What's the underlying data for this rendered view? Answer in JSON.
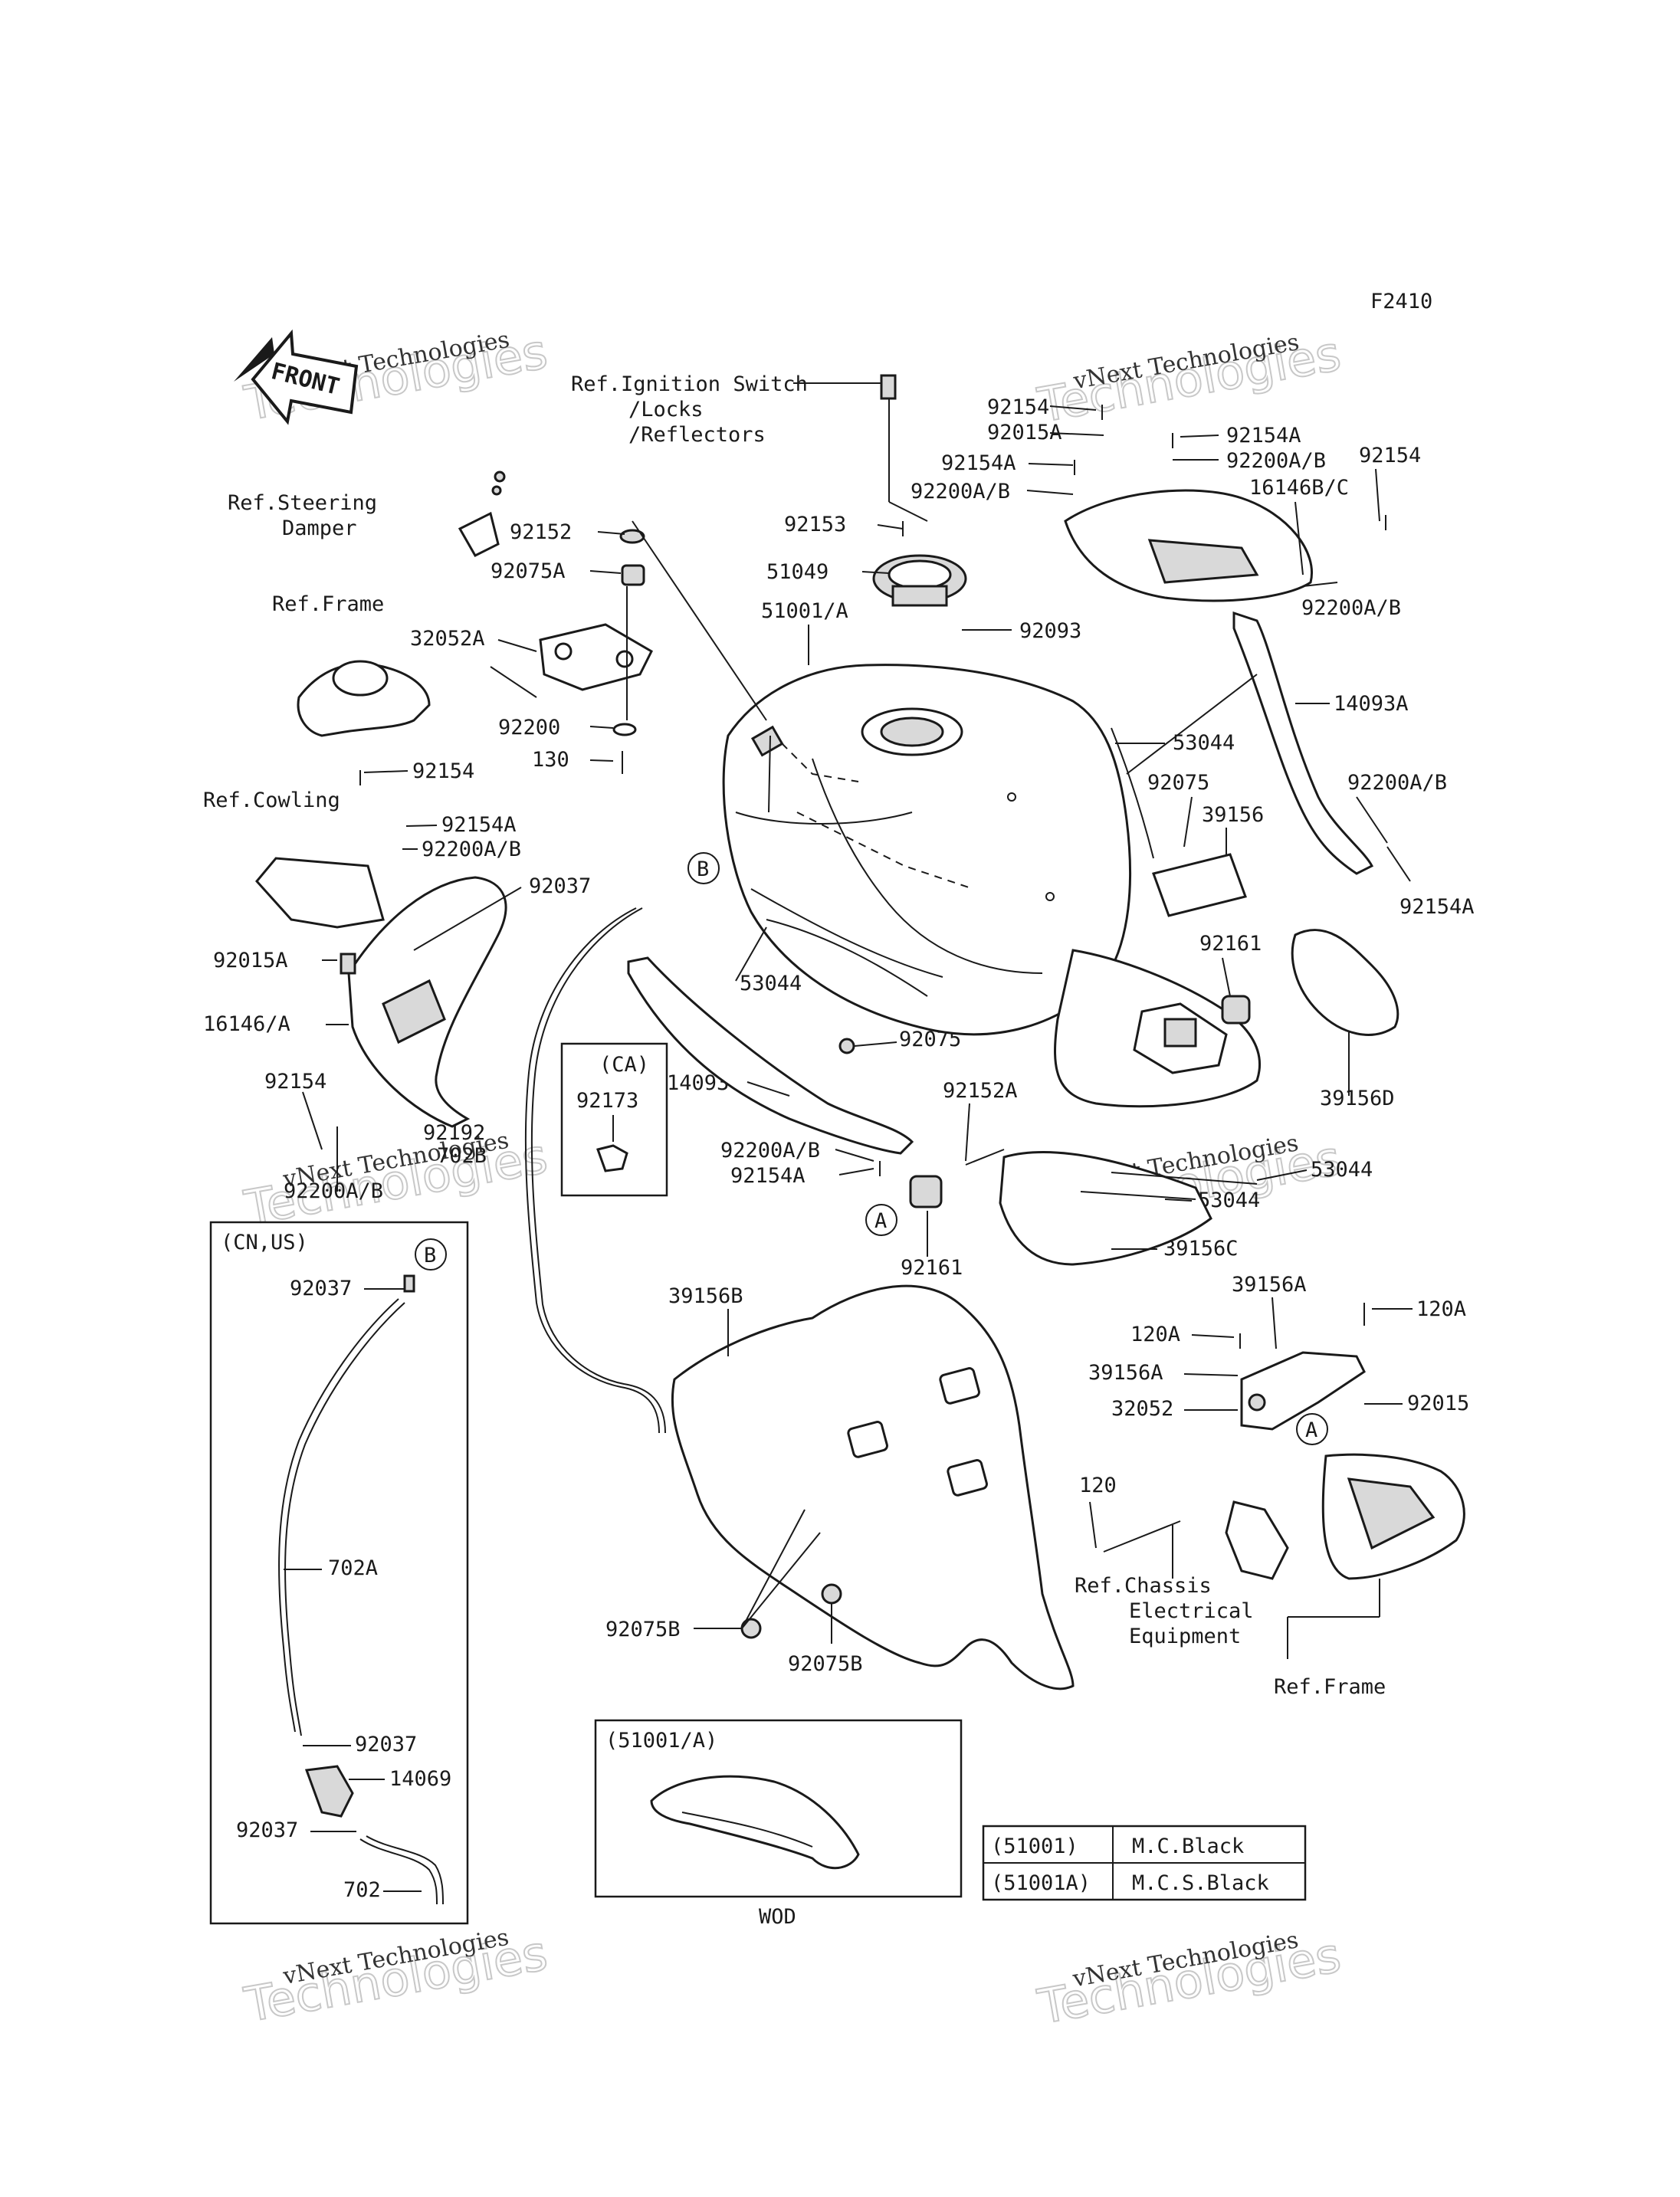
{
  "figure_code": "F2410",
  "front_label": "FRONT",
  "watermark": {
    "line1": "vNext Technologies",
    "line2": "Technologies"
  },
  "refs": {
    "ignition": [
      "Ref.Ignition Switch",
      "/Locks",
      "/Reflectors"
    ],
    "steering": [
      "Ref.Steering",
      "Damper"
    ],
    "frame_top": "Ref.Frame",
    "cowling": "Ref.Cowling",
    "chassis": [
      "Ref.Chassis",
      "Electrical",
      "Equipment"
    ],
    "frame_bottom": "Ref.Frame"
  },
  "callouts": {
    "c92154_top": "92154",
    "c92015A_top": "92015A",
    "c92154A_top_l": "92154A",
    "c92200AB_top_l": "92200A/B",
    "c92154A_top_r": "92154A",
    "c92200AB_top_r": "92200A/B",
    "c92154_top_r": "92154",
    "c16146BC": "16146B/C",
    "c92200AB_right": "92200A/B",
    "c92153": "92153",
    "c51049": "51049",
    "c92093": "92093",
    "c51001A": "51001/A",
    "c92152": "92152",
    "c92075A": "92075A",
    "c32052A": "32052A",
    "c92200": "92200",
    "c130": "130",
    "c14093A": "14093A",
    "c53044_a": "53044",
    "c92075_a": "92075",
    "c39156": "39156",
    "c92200AB_r2": "92200A/B",
    "c92154A_r2": "92154A",
    "c92154_left": "92154",
    "c92154A_left": "92154A",
    "c92200AB_left": "92200A/B",
    "c92037_mid": "92037",
    "c92015A_left": "92015A",
    "c16146A": "16146/A",
    "c92154_low": "92154",
    "c92192": "92192",
    "c702B": "702B",
    "c92200AB_low": "92200A/B",
    "c53044_b": "53044",
    "c92075_b": "92075",
    "c92161_top": "92161",
    "c39156D": "39156D",
    "c14093": "14093",
    "c92152A": "92152A",
    "c92200AB_mid": "92200A/B",
    "c92154A_mid": "92154A",
    "c53044_c": "53044",
    "c53044_d": "53044",
    "c92161_low": "92161",
    "c39156C": "39156C",
    "c39156B": "39156B",
    "c39156A_a": "39156A",
    "c120A_a": "120A",
    "c120A_b": "120A",
    "c39156A_b": "39156A",
    "c32052": "32052",
    "c92015": "92015",
    "c120": "120",
    "c92075B_a": "92075B",
    "c92075B_b": "92075B",
    "ca_title": "(CA)",
    "ca_part": "92173",
    "cnus_title": "(CN,US)",
    "cnus_92037_a": "92037",
    "cnus_702A": "702A",
    "cnus_92037_b": "92037",
    "cnus_14069": "14069",
    "cnus_92037_c": "92037",
    "cnus_702": "702",
    "marker_A": "A",
    "marker_B": "B"
  },
  "inset": {
    "title": "(51001/A)",
    "caption": "WOD"
  },
  "color_table": [
    {
      "code": "(51001)",
      "color": "M.C.Black"
    },
    {
      "code": "(51001A)",
      "color": "M.C.S.Black"
    }
  ]
}
